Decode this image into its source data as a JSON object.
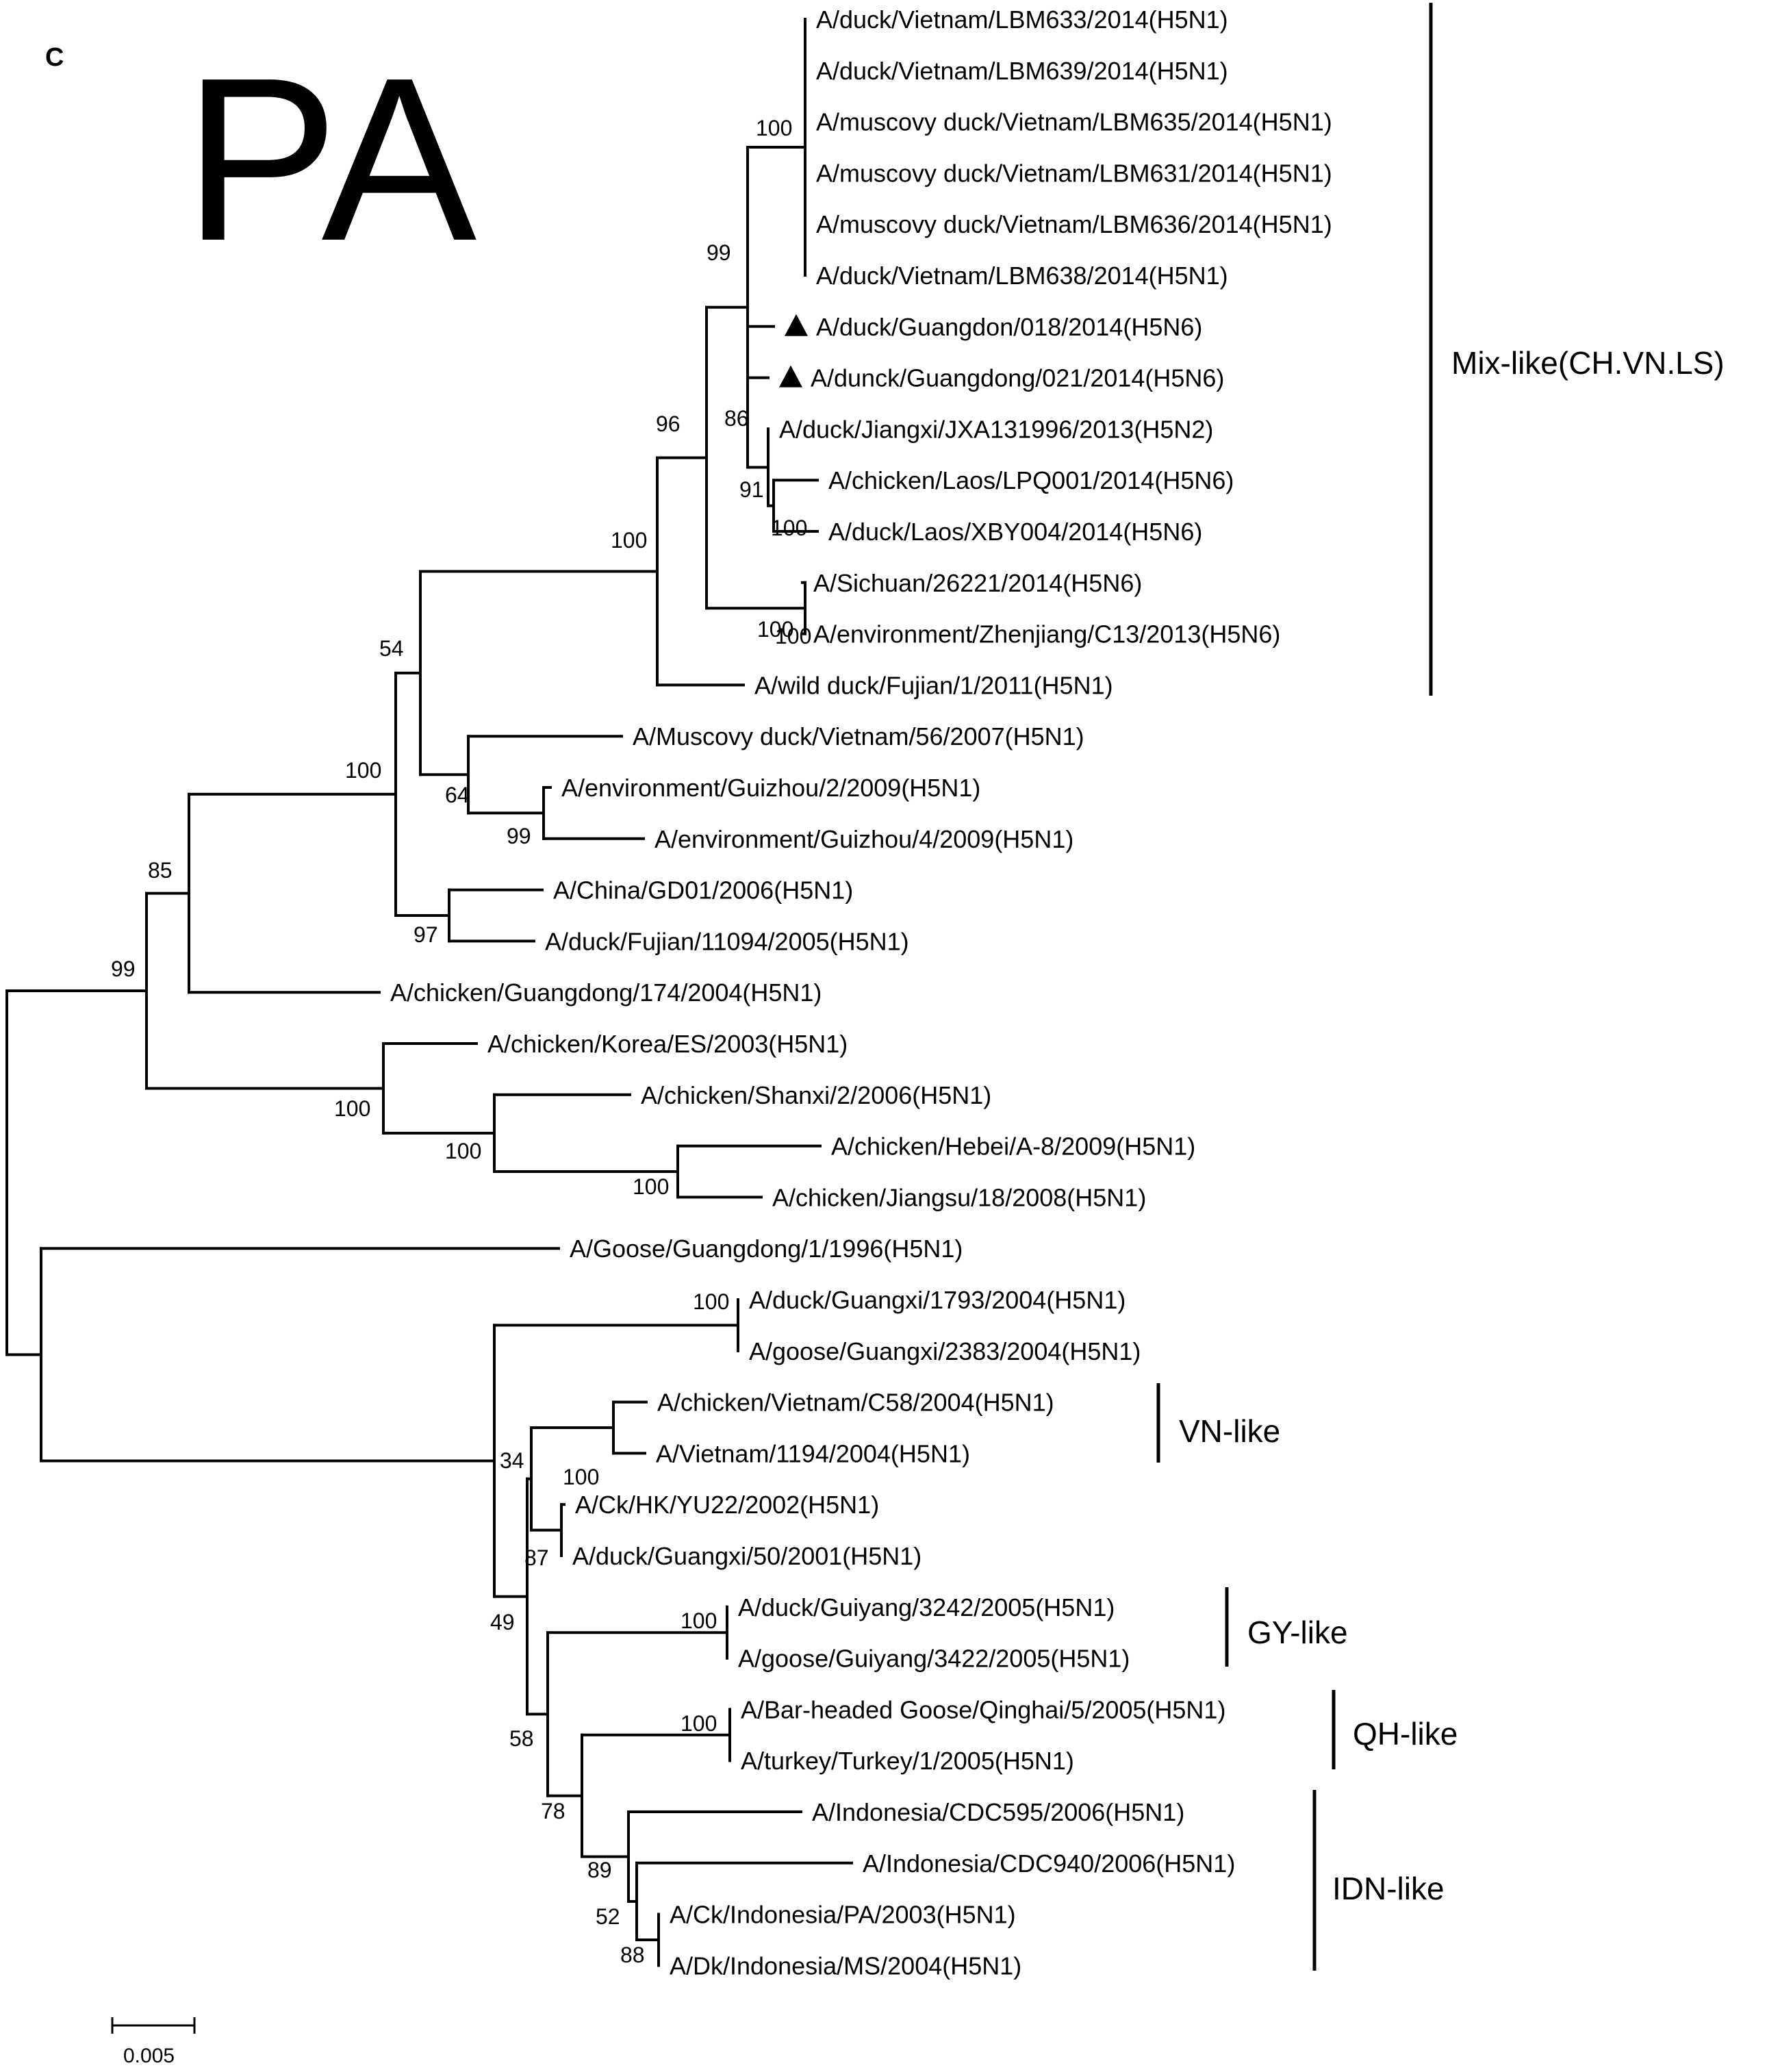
{
  "panel_label": "C",
  "gene_label": "PA",
  "scale_bar": {
    "label": "0.005"
  },
  "taxa": [
    "A/duck/Vietnam/LBM633/2014(H5N1)",
    "A/duck/Vietnam/LBM639/2014(H5N1)",
    "A/muscovy duck/Vietnam/LBM635/2014(H5N1)",
    "A/muscovy duck/Vietnam/LBM631/2014(H5N1)",
    "A/muscovy duck/Vietnam/LBM636/2014(H5N1)",
    "A/duck/Vietnam/LBM638/2014(H5N1)",
    "A/duck/Guangdon/018/2014(H5N6)",
    "A/dunck/Guangdong/021/2014(H5N6)",
    "A/duck/Jiangxi/JXA131996/2013(H5N2)",
    "A/chicken/Laos/LPQ001/2014(H5N6)",
    "A/duck/Laos/XBY004/2014(H5N6)",
    "A/Sichuan/26221/2014(H5N6)",
    "A/environment/Zhenjiang/C13/2013(H5N6)",
    "A/wild duck/Fujian/1/2011(H5N1)",
    "A/Muscovy duck/Vietnam/56/2007(H5N1)",
    "A/environment/Guizhou/2/2009(H5N1)",
    "A/environment/Guizhou/4/2009(H5N1)",
    "A/China/GD01/2006(H5N1)",
    "A/duck/Fujian/11094/2005(H5N1)",
    "A/chicken/Guangdong/174/2004(H5N1)",
    "A/chicken/Korea/ES/2003(H5N1)",
    "A/chicken/Shanxi/2/2006(H5N1)",
    "A/chicken/Hebei/A-8/2009(H5N1)",
    "A/chicken/Jiangsu/18/2008(H5N1)",
    "A/Goose/Guangdong/1/1996(H5N1)",
    "A/duck/Guangxi/1793/2004(H5N1)",
    "A/goose/Guangxi/2383/2004(H5N1)",
    "A/chicken/Vietnam/C58/2004(H5N1)",
    "A/Vietnam/1194/2004(H5N1)",
    "A/Ck/HK/YU22/2002(H5N1)",
    "A/duck/Guangxi/50/2001(H5N1)",
    "A/duck/Guiyang/3242/2005(H5N1)",
    "A/goose/Guiyang/3422/2005(H5N1)",
    "A/Bar-headed Goose/Qinghai/5/2005(H5N1)",
    "A/turkey/Turkey/1/2005(H5N1)",
    "A/Indonesia/CDC595/2006(H5N1)",
    "A/Indonesia/CDC940/2006(H5N1)",
    "A/Ck/Indonesia/PA/2003(H5N1)",
    "A/Dk/Indonesia/MS/2004(H5N1)"
  ],
  "marked_taxa": [
    "A/duck/Guangdon/018/2014(H5N6)",
    "A/dunck/Guangdong/021/2014(H5N6)"
  ],
  "bootstrap_values": [
    "100",
    "99",
    "86",
    "91",
    "100",
    "100",
    "96",
    "100",
    "54",
    "64",
    "99",
    "100",
    "97",
    "85",
    "99",
    "100",
    "100",
    "100",
    "100",
    "100",
    "34",
    "87",
    "49",
    "100",
    "58",
    "100",
    "78",
    "89",
    "52",
    "88",
    "100"
  ],
  "clades": [
    {
      "label": "Mix-like(CH.VN.LS)"
    },
    {
      "label": "VN-like"
    },
    {
      "label": "GY-like"
    },
    {
      "label": "QH-like"
    },
    {
      "label": "IDN-like"
    }
  ]
}
